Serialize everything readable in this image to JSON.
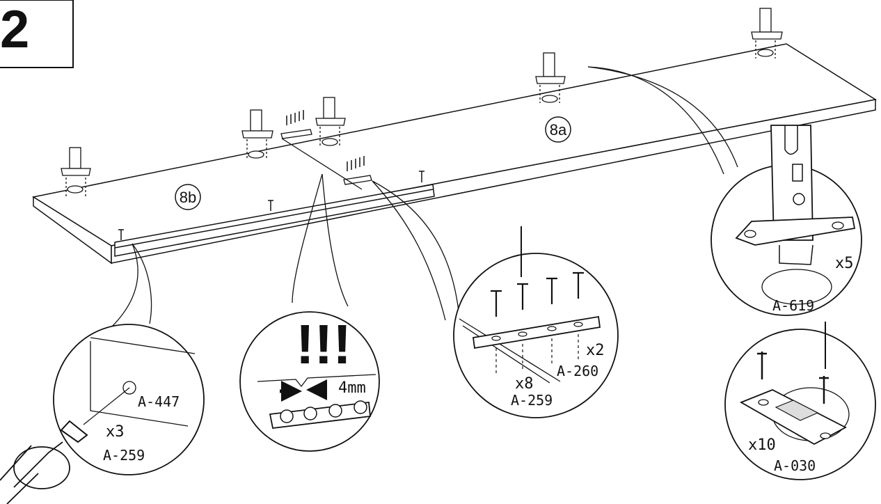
{
  "step_number": "2",
  "part_labels": {
    "8a": "8a",
    "8b": "8b"
  },
  "detail_topright": {
    "count": "x5",
    "part": "A-619"
  },
  "detail_bottomright": {
    "count": "x10",
    "part": "A-030"
  },
  "detail_middle": {
    "count_small": "x2",
    "part_small": "A-260",
    "count_large": "x8",
    "part_large": "A-259"
  },
  "detail_gap": {
    "warning": "!!!",
    "gap": "4mm"
  },
  "detail_left": {
    "hole_part": "A-447",
    "count": "x3",
    "part": "A-259"
  },
  "colors": {
    "ink": "#111111",
    "paper": "#ffffff",
    "shade": "#dddddd"
  }
}
